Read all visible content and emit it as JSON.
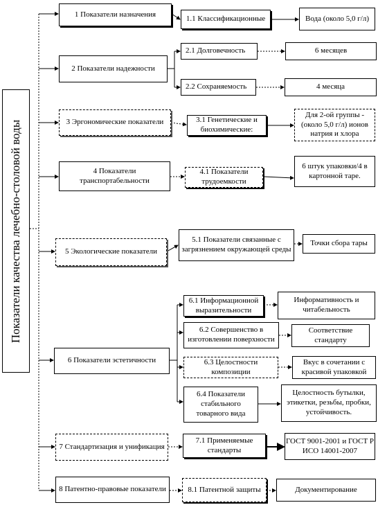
{
  "root": {
    "label": "Показатели качества лечебно-столовой воды"
  },
  "level1": [
    "1 Показатели назначения",
    "2 Показатели надежности",
    "3 Эргономические показатели",
    "4 Показатели транспортабельности",
    "5 Экологические показатели",
    "6 Показатели эстетичности",
    "7 Стандартизация и унификация",
    "8 Патентно-правовые показатели"
  ],
  "level2": [
    "1.1 Классификационные",
    "2.1 Долговечность",
    "2.2 Сохраняемость",
    "3.1 Генетические и биохимические:",
    "4.1 Показатели трудоемкости",
    "5.1 Показатели связанные с загрязнением окружающей среды",
    "6.1 Информационной выразительности",
    "6.2 Совершенство в изготовлении поверхности",
    "6.3 Целостности композиции",
    "6.4 Показатели стабильного товарного вида",
    "7.1 Применяемые стандарты",
    "8.1 Патентной защиты"
  ],
  "level3": [
    "Вода (около 5,0 г/л)",
    "6 месяцев",
    "4 месяца",
    "Для 2-ой группы - (около 5,0 г/л) ионов натрия и хлора",
    "6 штук упаковки/4 в картонной таре.",
    "Точки сбора тары",
    "Информативность и читабельность",
    "Соответствие стандарту",
    "Вкус в сочетании с красивой упаковкой",
    "Целостность бутылки, этикетки, резьбы, пробки, устойчивость.",
    "ГОСТ 9001-2001 и ГОСТ Р ИСО 14001-2007",
    "Документирование"
  ]
}
